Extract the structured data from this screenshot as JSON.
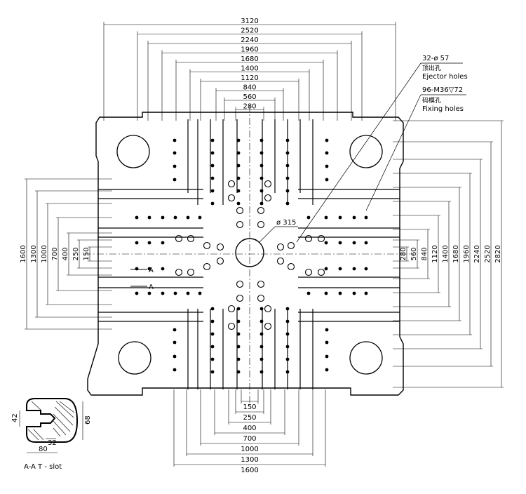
{
  "top_dims": [
    "3120",
    "2520",
    "2240",
    "1960",
    "1680",
    "1400",
    "1120",
    "840",
    "560",
    "280"
  ],
  "bottom_dims": [
    "150",
    "250",
    "400",
    "700",
    "1000",
    "1300",
    "1600"
  ],
  "left_dims": [
    "1600",
    "1300",
    "1000",
    "700",
    "400",
    "250",
    "150"
  ],
  "right_dims": [
    "280",
    "560",
    "840",
    "1120",
    "1400",
    "1680",
    "1960",
    "2240",
    "2520",
    "2820"
  ],
  "callouts": {
    "ejector_spec": "32-ø 57",
    "ejector_cn": "顶出孔",
    "ejector_en": "Ejector holes",
    "fixing_spec": "96-M36▽72",
    "fixing_cn": "码模孔",
    "fixing_en": "Fixing holes",
    "center_hole": "ø 315",
    "section_mark": "A"
  },
  "tslot": {
    "dim_42": "42",
    "dim_68": "68",
    "dim_32": "32",
    "dim_80": "80",
    "caption": "A-A  T - slot"
  }
}
